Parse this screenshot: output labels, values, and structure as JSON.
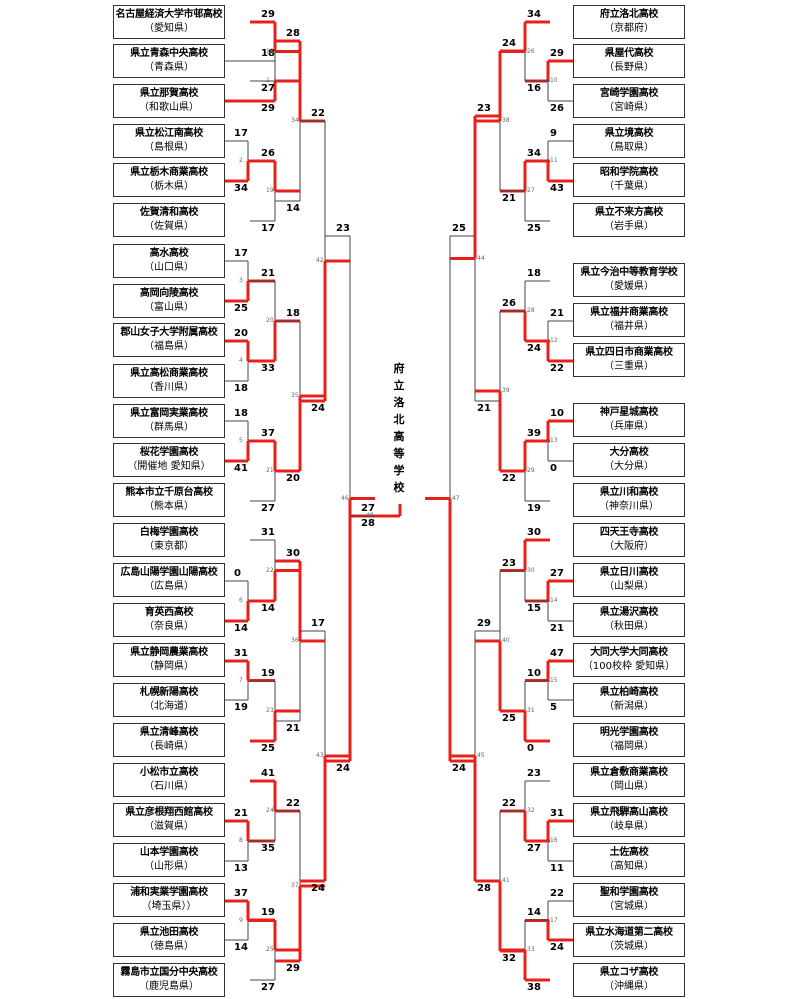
{
  "host": "府立洛北高等学校",
  "left_teams": [
    {
      "name": "名古屋経済大学市邨高校",
      "pref": "（愛知県）"
    },
    {
      "name": "県立青森中央高校",
      "pref": "（青森県）"
    },
    {
      "name": "県立那賀高校",
      "pref": "（和歌山県）"
    },
    {
      "name": "県立松江南高校",
      "pref": "（島根県）"
    },
    {
      "name": "県立栃木商業高校",
      "pref": "（栃木県）"
    },
    {
      "name": "佐賀清和高校",
      "pref": "（佐賀県）"
    },
    {
      "name": "高水高校",
      "pref": "（山口県）"
    },
    {
      "name": "高岡向陵高校",
      "pref": "（富山県）"
    },
    {
      "name": "郡山女子大学附属高校",
      "pref": "（福島県）"
    },
    {
      "name": "県立高松商業高校",
      "pref": "（香川県）"
    },
    {
      "name": "県立富岡実業高校",
      "pref": "（群馬県）"
    },
    {
      "name": "桜花学園高校",
      "pref": "（開催地 愛知県）"
    },
    {
      "name": "熊本市立千原台高校",
      "pref": "（熊本県）"
    },
    {
      "name": "白梅学園高校",
      "pref": "（東京都）"
    },
    {
      "name": "広島山陽学園山陽高校",
      "pref": "（広島県）"
    },
    {
      "name": "育英西高校",
      "pref": "（奈良県）"
    },
    {
      "name": "県立静岡農業高校",
      "pref": "（静岡県）"
    },
    {
      "name": "札幌新陽高校",
      "pref": "（北海道）"
    },
    {
      "name": "県立清峰高校",
      "pref": "（長崎県）"
    },
    {
      "name": "小松市立高校",
      "pref": "（石川県）"
    },
    {
      "name": "県立彦根翔西館高校",
      "pref": "（滋賀県）"
    },
    {
      "name": "山本学園高校",
      "pref": "（山形県）"
    },
    {
      "name": "浦和実業学園高校",
      "pref": "（埼玉県））"
    },
    {
      "name": "県立池田高校",
      "pref": "（徳島県）"
    },
    {
      "name": "霧島市立国分中央高校",
      "pref": "（鹿児島県）"
    }
  ],
  "right_teams": [
    {
      "name": "府立洛北高校",
      "pref": "（京都府）"
    },
    {
      "name": "県屋代高校",
      "pref": "（長野県）"
    },
    {
      "name": "宮崎学園高校",
      "pref": "（宮崎県）"
    },
    {
      "name": "県立境高校",
      "pref": "（鳥取県）"
    },
    {
      "name": "昭和学院高校",
      "pref": "（千葉県）"
    },
    {
      "name": "県立不来方高校",
      "pref": "（岩手県）"
    },
    {
      "name": "県立今治中等教育学校",
      "pref": "（愛媛県）"
    },
    {
      "name": "県立福井商業高校",
      "pref": "（福井県）"
    },
    {
      "name": "県立四日市商業高校",
      "pref": "（三重県）"
    },
    {
      "name": "神戸星城高校",
      "pref": "（兵庫県）"
    },
    {
      "name": "大分高校",
      "pref": "（大分県）"
    },
    {
      "name": "県立川和高校",
      "pref": "（神奈川県）"
    },
    {
      "name": "四天王寺高校",
      "pref": "（大阪府）"
    },
    {
      "name": "県立日川高校",
      "pref": "（山梨県）"
    },
    {
      "name": "県立湯沢高校",
      "pref": "（秋田県）"
    },
    {
      "name": "大同大学大同高校",
      "pref": "（100校枠 愛知県）"
    },
    {
      "name": "県立柏崎高校",
      "pref": "（新潟県）"
    },
    {
      "name": "明光学園高校",
      "pref": "（福岡県）"
    },
    {
      "name": "県立倉敷商業高校",
      "pref": "（岡山県）"
    },
    {
      "name": "県立飛騨高山高校",
      "pref": "（岐阜県）"
    },
    {
      "name": "土佐高校",
      "pref": "（高知県）"
    },
    {
      "name": "聖和学園高校",
      "pref": "（宮城県）"
    },
    {
      "name": "県立水海道第二高校",
      "pref": "（茨城県）"
    },
    {
      "name": "県立コザ高校",
      "pref": "（沖縄県）"
    }
  ],
  "left_matches": [
    {
      "game": "1",
      "scores": [
        "18",
        "29"
      ]
    },
    {
      "game": "2",
      "scores": [
        "17",
        "34"
      ]
    },
    {
      "game": "3",
      "scores": [
        "17",
        "25"
      ]
    },
    {
      "game": "4",
      "scores": [
        "20",
        "18"
      ]
    },
    {
      "game": "5",
      "scores": [
        "18",
        "41"
      ]
    },
    {
      "game": "6",
      "scores": [
        "0",
        "14"
      ]
    },
    {
      "game": "7",
      "scores": [
        "31",
        "19"
      ]
    },
    {
      "game": "8",
      "scores": [
        "21",
        "13"
      ]
    },
    {
      "game": "9",
      "scores": [
        "37",
        "14"
      ]
    },
    {
      "game": "18",
      "scores": [
        "29",
        "27"
      ]
    },
    {
      "game": "19",
      "scores": [
        "26",
        "17"
      ]
    },
    {
      "game": "20",
      "scores": [
        "21",
        "33"
      ]
    },
    {
      "game": "21",
      "scores": [
        "37",
        "27"
      ]
    },
    {
      "game": "22",
      "scores": [
        "31",
        "14"
      ]
    },
    {
      "game": "23",
      "scores": [
        "19",
        "25"
      ]
    },
    {
      "game": "24",
      "scores": [
        "41",
        "35"
      ]
    },
    {
      "game": "25",
      "scores": [
        "19",
        "27"
      ]
    },
    {
      "game": "34",
      "scores": [
        "28",
        "14"
      ]
    },
    {
      "game": "35",
      "scores": [
        "18",
        "20"
      ]
    },
    {
      "game": "36",
      "scores": [
        "30",
        "21"
      ]
    },
    {
      "game": "37",
      "scores": [
        "22",
        "29"
      ]
    },
    {
      "game": "42",
      "scores": [
        "22",
        "24"
      ]
    },
    {
      "game": "43",
      "scores": [
        "17",
        "24"
      ]
    },
    {
      "game": "46",
      "scores": [
        "23",
        "24"
      ]
    },
    {
      "game": "48",
      "scores": [
        "27",
        "28"
      ]
    }
  ],
  "right_matches": [
    {
      "game": "10",
      "scores": [
        "29",
        "26"
      ]
    },
    {
      "game": "11",
      "scores": [
        "9",
        "43"
      ]
    },
    {
      "game": "12",
      "scores": [
        "21",
        "22"
      ]
    },
    {
      "game": "13",
      "scores": [
        "10",
        "0"
      ]
    },
    {
      "game": "14",
      "scores": [
        "27",
        "21"
      ]
    },
    {
      "game": "15",
      "scores": [
        "47",
        "5"
      ]
    },
    {
      "game": "16",
      "scores": [
        "31",
        "11"
      ]
    },
    {
      "game": "17",
      "scores": [
        "22",
        "24"
      ]
    },
    {
      "game": "26",
      "scores": [
        "34",
        "16"
      ]
    },
    {
      "game": "27",
      "scores": [
        "34",
        "25"
      ]
    },
    {
      "game": "28",
      "scores": [
        "18",
        "24"
      ]
    },
    {
      "game": "29",
      "scores": [
        "39",
        "19"
      ]
    },
    {
      "game": "30",
      "scores": [
        "30",
        "15"
      ]
    },
    {
      "game": "31",
      "scores": [
        "10",
        "0"
      ]
    },
    {
      "game": "32",
      "scores": [
        "23",
        "27"
      ]
    },
    {
      "game": "33",
      "scores": [
        "14",
        "38"
      ]
    },
    {
      "game": "38",
      "scores": [
        "24",
        "21"
      ]
    },
    {
      "game": "39",
      "scores": [
        "26",
        "22"
      ]
    },
    {
      "game": "40",
      "scores": [
        "23",
        "25"
      ]
    },
    {
      "game": "41",
      "scores": [
        "22",
        "32"
      ]
    },
    {
      "game": "44",
      "scores": [
        "23",
        "21"
      ]
    },
    {
      "game": "45",
      "scores": [
        "29",
        "28"
      ]
    },
    {
      "game": "47",
      "scores": [
        "25",
        "24"
      ]
    }
  ]
}
